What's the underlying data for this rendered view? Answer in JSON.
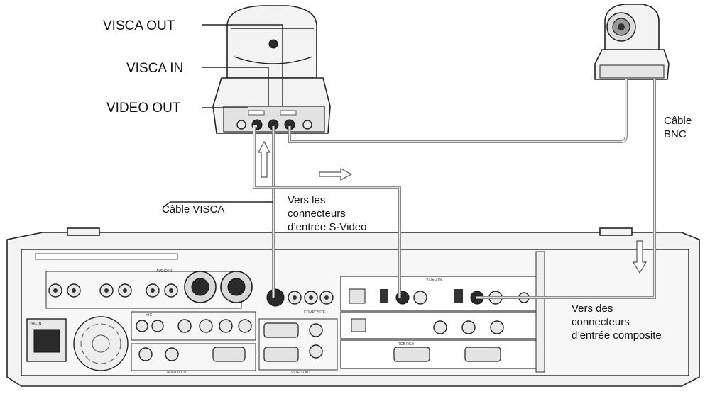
{
  "labels": {
    "visca_out": "VISCA OUT",
    "visca_in": "VISCA IN",
    "video_out": "VIDEO OUT",
    "cable_bnc_line1": "Câble",
    "cable_bnc_line2": "BNC",
    "cable_visca": "Câble VISCA",
    "svideo_line1": "Vers les",
    "svideo_line2": "connecteurs",
    "svideo_line3": "d’entrée S-Video",
    "composite_line1": "Vers des",
    "composite_line2": "connecteurs",
    "composite_line3": "d’entrée composite"
  },
  "panel": {
    "audio_in": "AUDIO IN",
    "audio_out": "AUDIO OUT",
    "video_in": "VIDEO IN",
    "video_out": "VIDEO OUT",
    "ac_in": "~AC IN",
    "composite": "COMPOSITE",
    "rgb_rgb": "RGB RGB",
    "mic": "MIC"
  },
  "colors": {
    "cable": "#8a8a8a",
    "outline": "#222222",
    "device_fill": "#f3f3f3",
    "background": "#ffffff"
  }
}
